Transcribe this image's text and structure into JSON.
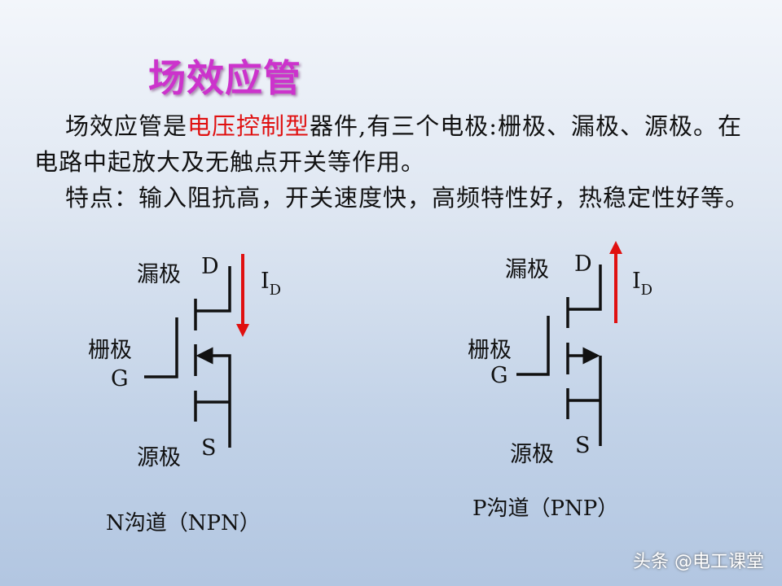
{
  "title": "场效应管",
  "para1": {
    "before": "场效应管是",
    "highlight": "电压控制型",
    "after": "器件,有三个电极:栅极、漏极、源极。在电路中起放大及无触点开关等作用。"
  },
  "para2": "特点：输入阻抗高，开关速度快，高频特性好，热稳定性好等。",
  "n_channel": {
    "drain_label": "漏极",
    "drain": "D",
    "gate_label": "栅极",
    "gate": "G",
    "source_label": "源极",
    "source": "S",
    "current": "I",
    "current_sub": "D",
    "caption": "N沟道（NPN）"
  },
  "p_channel": {
    "drain_label": "漏极",
    "drain": "D",
    "gate_label": "栅极",
    "gate": "G",
    "source_label": "源极",
    "source": "S",
    "current": "I",
    "current_sub": "D",
    "caption": "P沟道（PNP）"
  },
  "watermark": "头条 @电工课堂",
  "colors": {
    "title": "#cc33cc",
    "highlight": "#e01010",
    "arrow": "#e01010"
  }
}
